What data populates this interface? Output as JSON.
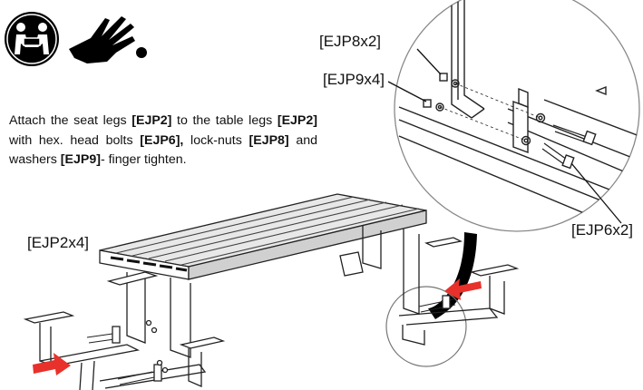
{
  "icons": {
    "team_lift": "two-person-lift-icon",
    "hand": "hand-caution-icon"
  },
  "instruction": {
    "p1": "Attach the seat legs ",
    "b1": "[EJP2]",
    "p2": " to the table legs ",
    "b2": "[EJP2]",
    "p3": " with hex. head bolts ",
    "b3": "[EJP6],",
    "p4": " lock-nuts ",
    "b4": "[EJP8]",
    "p5": " and washers ",
    "b5": "[EJP9]",
    "p6": "- finger tighten."
  },
  "callouts": {
    "ejp8": "[EJP8x2]",
    "ejp9": "[EJP9x4]",
    "ejp6": "[EJP6x2]",
    "ejp2": "[EJP2x4]"
  },
  "colors": {
    "arrow": "#e8312a",
    "ink": "#111111"
  }
}
